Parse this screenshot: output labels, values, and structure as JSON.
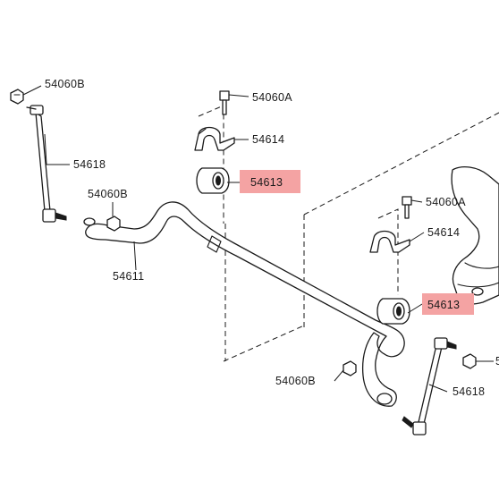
{
  "callouts": [
    {
      "id": "bolt-top-left",
      "text": "54060B",
      "highlight": false
    },
    {
      "id": "link-left",
      "text": "54618",
      "highlight": false
    },
    {
      "id": "nut-left",
      "text": "54060B",
      "highlight": false
    },
    {
      "id": "stabilizer-bar",
      "text": "54611",
      "highlight": false
    },
    {
      "id": "bolt-center",
      "text": "54060A",
      "highlight": false
    },
    {
      "id": "clamp-center",
      "text": "54614",
      "highlight": false
    },
    {
      "id": "bushing-center",
      "text": "54613",
      "highlight": true
    },
    {
      "id": "bolt-right",
      "text": "54060A",
      "highlight": false
    },
    {
      "id": "clamp-right",
      "text": "54614",
      "highlight": false
    },
    {
      "id": "bushing-right",
      "text": "54613",
      "highlight": true
    },
    {
      "id": "nut-bottom",
      "text": "54060B",
      "highlight": false
    },
    {
      "id": "link-right",
      "text": "54618",
      "highlight": false
    },
    {
      "id": "nut-right-edge",
      "text": "5",
      "highlight": false
    }
  ],
  "colors": {
    "line": "#1a1a1a",
    "highlight": "#f4a3a3",
    "background": "#ffffff"
  }
}
